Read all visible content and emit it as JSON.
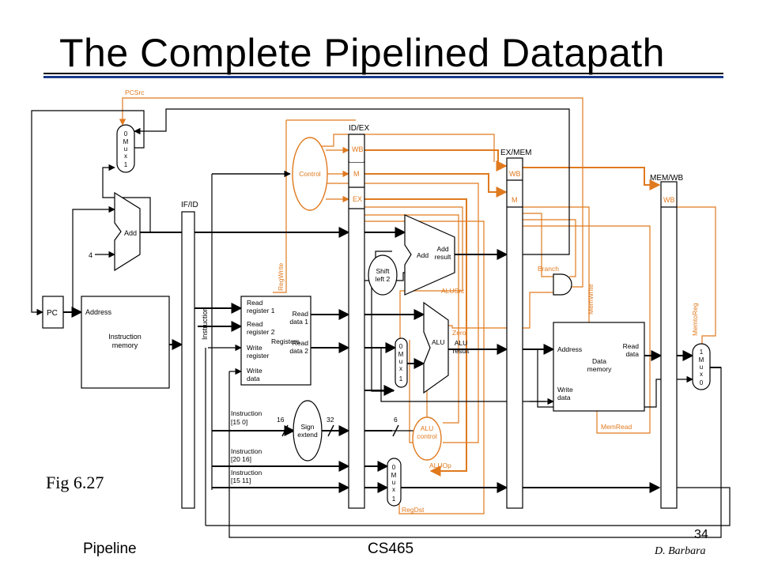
{
  "title": "The Complete Pipelined Datapath",
  "figure_label": "Fig 6.27",
  "footer": {
    "left": "Pipeline",
    "center": "CS465",
    "author": "D. Barbara",
    "page": "34"
  },
  "colors": {
    "control": "#e07a1f",
    "data": "#000000",
    "accent": "#1b3a8c"
  },
  "diagram": {
    "pipeline_regs": {
      "ifid": "IF/ID",
      "idex": "ID/EX",
      "exmem": "EX/MEM",
      "memwb": "MEM/WB"
    },
    "stage_fields": {
      "wb": "WB",
      "m": "M",
      "ex": "EX"
    },
    "signals": {
      "pcsrc": "PCSrc",
      "regwrite": "RegWrite",
      "alusrc": "ALUSrc",
      "branch": "Branch",
      "memwrite": "MemWrite",
      "memtoreg": "MemtoReg",
      "memread": "MemRead",
      "aluop": "ALUOp",
      "regdst": "RegDst",
      "zero": "Zero"
    },
    "blocks": {
      "pc": "PC",
      "add_pc": "Add",
      "four": "4",
      "control": "Control",
      "shift": [
        "Shift",
        "left 2"
      ],
      "add_branch": "Add",
      "add_result": [
        "Add",
        "result"
      ],
      "alu": "ALU",
      "alu_result": [
        "ALU",
        "result"
      ],
      "alu_control": [
        "ALU",
        "control"
      ],
      "sign_extend": [
        "Sign",
        "extend"
      ],
      "imem_address": "Address",
      "imem_name": [
        "Instruction",
        "memory"
      ],
      "instruction": "Instruction",
      "registers": "Registers",
      "read_reg1": [
        "Read",
        "register 1"
      ],
      "read_reg2": [
        "Read",
        "register 2"
      ],
      "write_reg": [
        "Write",
        "register"
      ],
      "write_data": [
        "Write",
        "data"
      ],
      "read_data1": [
        "Read",
        "data 1"
      ],
      "read_data2": [
        "Read",
        "data 2"
      ],
      "dmem_address": "Address",
      "dmem_name": [
        "Data",
        "memory"
      ],
      "dmem_read": [
        "Read",
        "data"
      ],
      "dmem_write": [
        "Write",
        "data"
      ],
      "bits16": "16",
      "bits32": "32",
      "bits6": "6"
    },
    "instr_fields": [
      [
        "Instruction",
        "[15   0]"
      ],
      [
        "Instruction",
        "[20   16]"
      ],
      [
        "Instruction",
        "[15   11]"
      ]
    ],
    "mux_labels": {
      "pc": [
        "0",
        "M",
        "u",
        "x",
        "1"
      ],
      "alusrc": [
        "0",
        "M",
        "u",
        "x",
        "1"
      ],
      "regdst": [
        "0",
        "M",
        "u",
        "x",
        "1"
      ],
      "wb": [
        "1",
        "M",
        "u",
        "x",
        "0"
      ]
    }
  }
}
